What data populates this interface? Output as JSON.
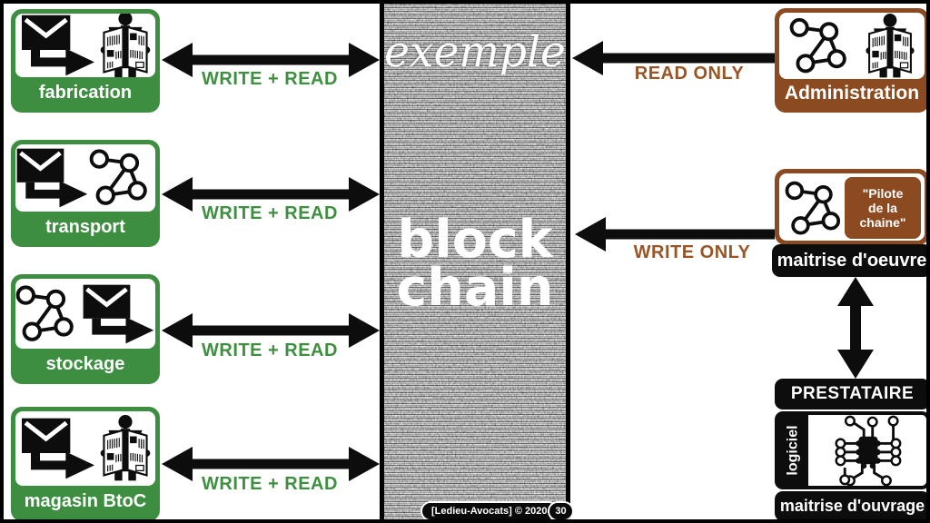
{
  "slide": {
    "footer_credit": "[Ledieu-Avocats] © 2020",
    "page_number": "30"
  },
  "center_band": {
    "script_word": "exemple",
    "title_line1": "block",
    "title_line2": "chain"
  },
  "colors": {
    "green": "#3e8e41",
    "green_text": "#3e9040",
    "brown": "#8c4a21",
    "brown_text": "#9a5526",
    "black": "#0d0d0d",
    "band_gray": "#8f8f8f"
  },
  "left_actors": [
    {
      "label": "fabrication",
      "access": "WRITE + READ",
      "icons": [
        "mail-forward-icon",
        "person-reading-icon"
      ]
    },
    {
      "label": "transport",
      "access": "WRITE + READ",
      "icons": [
        "mail-forward-icon",
        "network-nodes-icon"
      ]
    },
    {
      "label": "stockage",
      "access": "WRITE + READ",
      "icons": [
        "network-nodes-icon",
        "mail-forward-icon"
      ]
    },
    {
      "label": "magasin BtoC",
      "access": "WRITE + READ",
      "icons": [
        "mail-forward-icon",
        "person-reading-icon"
      ]
    }
  ],
  "right_actors": {
    "administration": {
      "label": "Administration",
      "access": "READ ONLY",
      "icons": [
        "network-nodes-icon",
        "person-reading-icon"
      ]
    },
    "maitrise_oeuvre": {
      "label": "maitrise d'oeuvre",
      "access": "WRITE ONLY",
      "icons": [
        "network-nodes-icon"
      ],
      "badge_lines": [
        "\"Pilote",
        "de la",
        "chaine\""
      ]
    },
    "prestataire": {
      "label": "PRESTATAIRE"
    },
    "logiciel": {
      "label": "logiciel",
      "icons": [
        "chip-circuit-icon"
      ]
    },
    "maitrise_ouvrage": {
      "label": "maitrise d'ouvrage"
    }
  }
}
